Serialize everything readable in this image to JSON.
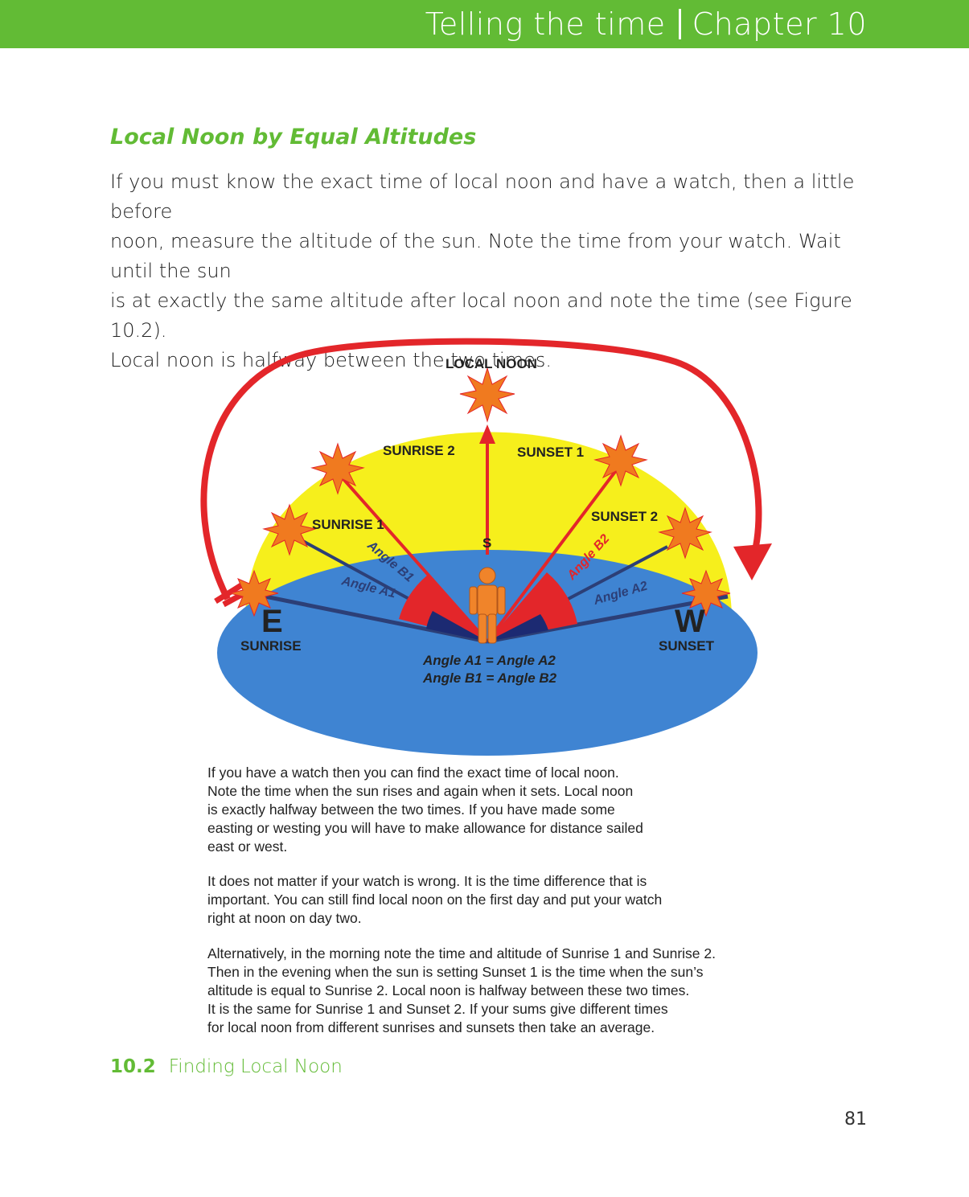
{
  "header": {
    "section": "Telling the time",
    "chapter": "Chapter 10"
  },
  "section_title": "Local Noon by Equal Altitudes",
  "intro_lines": [
    "If you must know the exact time of local noon and have a watch, then a little before",
    "noon, measure the altitude of the sun. Note the time from your watch. Wait until the sun",
    "is at exactly the same altitude after local noon and note the time (see Figure 10.2).",
    "Local noon is halfway between the two times."
  ],
  "diagram": {
    "local_noon": "LOCAL NOON",
    "sunrise_2": "SUNRISE 2",
    "sunset_1": "SUNSET 1",
    "sunrise_1": "SUNRISE 1",
    "sunset_2": "SUNSET 2",
    "south": "S",
    "angle_b1": "Angle B1",
    "angle_a1": "Angle A1",
    "angle_b2": "Angle B2",
    "angle_a2": "Angle A2",
    "east": "E",
    "west": "W",
    "sunrise": "SUNRISE",
    "sunset": "SUNSET",
    "equation_a": "Angle A1 = Angle A2",
    "equation_b": "Angle B1 = Angle B2",
    "colors": {
      "sky": "#f6ef1c",
      "ground": "#3f84d2",
      "sun": "#f07a1f",
      "arrow": "#e3262a",
      "wedge": "#e3262a",
      "figure": "#f0842a",
      "line": "#2c3f77"
    }
  },
  "caption_paragraphs": [
    [
      "If you have a watch then you can find the exact time of local noon.",
      "Note the time when the sun rises and again when it sets. Local noon",
      "is exactly halfway between the two times. If you have made some",
      "easting or westing you will have to make allowance for distance sailed",
      "east or west."
    ],
    [
      "It does not matter if your watch is wrong. It is the time difference that is",
      "important. You can still find local noon on the first day and put your watch",
      "right at noon on day two."
    ],
    [
      "Alternatively, in the morning note the time and altitude of Sunrise 1 and Sunrise 2.",
      "Then in the evening when the sun is setting Sunset 1 is the time when the sun’s",
      "altitude is equal to Sunrise 2. Local noon is halfway between these two times.",
      "It is the same for Sunrise 1 and Sunset 2. If your sums give different times",
      "for local noon from different sunrises and sunsets then take an average."
    ]
  ],
  "figure_label": {
    "number": "10.2",
    "title": "Finding Local Noon"
  },
  "page_number": "81"
}
